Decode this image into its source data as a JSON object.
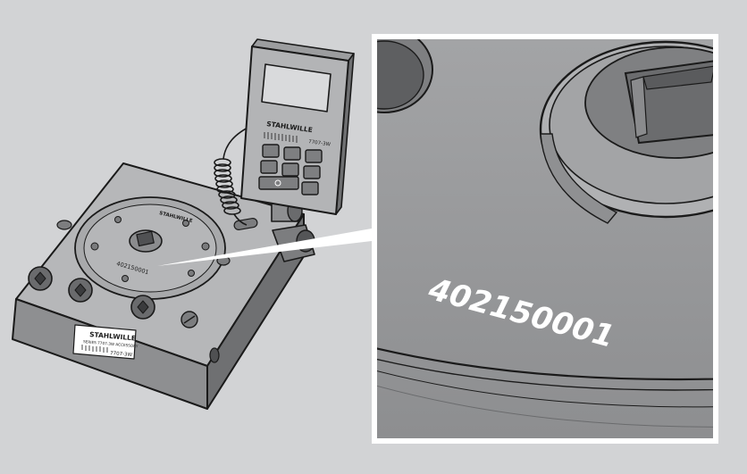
{
  "figure": {
    "serial_number": "402150001",
    "brand_name": "STAHLWILLE",
    "device_model": "7707-3W",
    "base_model": "7707-3W",
    "base_series": "SERIES 7707-3W ACCESSORY",
    "colors": {
      "background": "#d2d3d5",
      "metal_light": "#b8b9bb",
      "metal_mid": "#9a9b9d",
      "metal_dark": "#6f7072",
      "outline": "#1a1a1a",
      "label_white": "#ffffff"
    }
  }
}
